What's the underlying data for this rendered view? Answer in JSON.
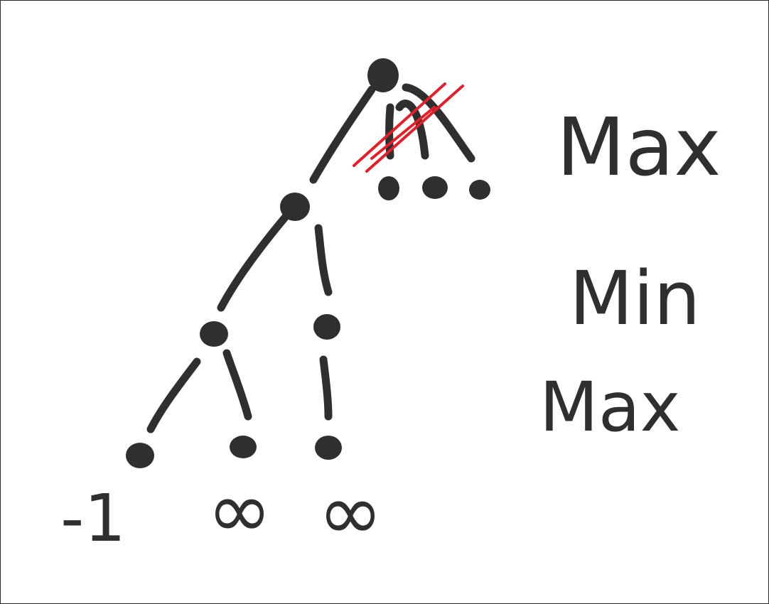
{
  "diagram": {
    "levels": [
      {
        "label": "Max"
      },
      {
        "label": "Min"
      },
      {
        "label": "Max"
      }
    ],
    "leaves": [
      {
        "value": "-1"
      },
      {
        "value": "∞"
      },
      {
        "value": "∞"
      }
    ],
    "colors": {
      "ink": "#2f2f2f",
      "pruned_mark": "#e0202a",
      "background": "#ffffff"
    }
  }
}
